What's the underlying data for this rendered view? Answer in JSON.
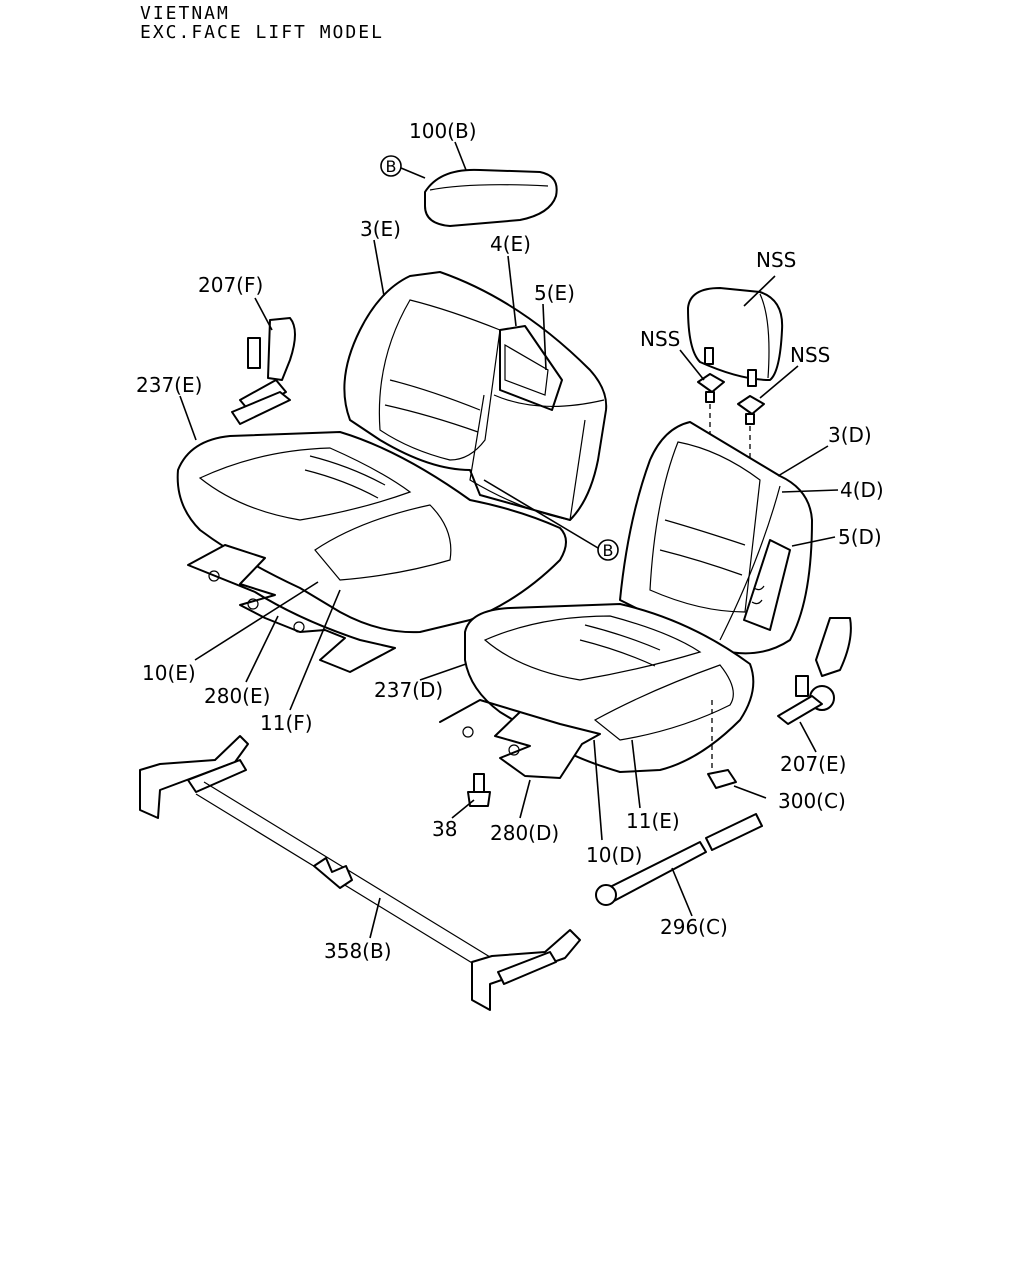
{
  "header": {
    "line1": "VIETNAM",
    "line2": "EXC.FACE LIFT MODEL"
  },
  "callouts": {
    "c100B": "100(B)",
    "c3E": "3(E)",
    "c4E": "4(E)",
    "c5E": "5(E)",
    "c207F": "207(F)",
    "c237E": "237(E)",
    "cNSS_top": "NSS",
    "cNSS_left": "NSS",
    "cNSS_right": "NSS",
    "c3D": "3(D)",
    "c4D": "4(D)",
    "c5D": "5(D)",
    "c10E": "10(E)",
    "c280E": "280(E)",
    "c11F": "11(F)",
    "c237D": "237(D)",
    "c207E": "207(E)",
    "c300C": "300(C)",
    "c38": "38",
    "c280D": "280(D)",
    "c11E": "11(E)",
    "c10D": "10(D)",
    "c296C": "296(C)",
    "c358B": "358(B)"
  },
  "reference_marks": {
    "b_top": "B",
    "b_mid": "B"
  }
}
